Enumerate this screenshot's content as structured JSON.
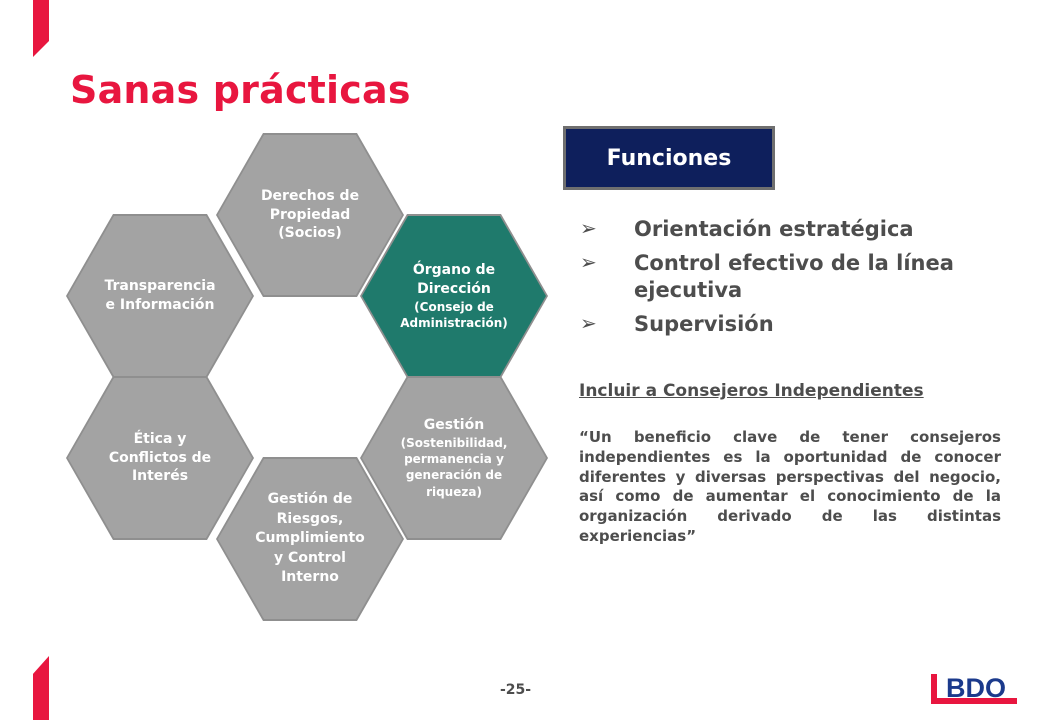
{
  "page": {
    "title": "Sanas prácticas",
    "page_number": "-25-"
  },
  "hexagons": {
    "derechos": [
      "Derechos de",
      "Propiedad",
      "(Socios)"
    ],
    "organo": [
      "Órgano de",
      "Dirección",
      "(Consejo de",
      "Administración)"
    ],
    "gestion": [
      "Gestión",
      "(Sostenibilidad,",
      "permanencia y",
      "generación de",
      "riqueza)"
    ],
    "riesgos": [
      "Gestión de",
      "Riesgos,",
      "Cumplimiento",
      "y Control",
      "Interno"
    ],
    "etica": [
      "Ética y",
      "Conflictos de",
      "Interés"
    ],
    "transparencia": [
      "Transparencia",
      "e Información"
    ]
  },
  "funciones": {
    "label": "Funciones",
    "bullets": [
      "Orientación estratégica",
      "Control efectivo de la línea ejecutiva",
      "Supervisión"
    ],
    "arrow": "➢"
  },
  "consejeros": {
    "heading": "Incluir a Consejeros Independientes",
    "quote": "“Un beneficio clave de tener consejeros independientes es la oportunidad de conocer diferentes y diversas perspectivas del negocio, así como de aumentar el conocimiento de la organización derivado de las distintas experiencias”"
  },
  "logo": {
    "text": "BDO",
    "colors": {
      "brand_blue": "#1b3a8c",
      "brand_red": "#e8163f"
    }
  },
  "colors": {
    "accent_red": "#e8163f",
    "hex_gray": "#a3a3a3",
    "hex_teal": "#1f7a6c",
    "funciones_navy": "#0e1f5c",
    "text_gray": "#4d4d4d"
  }
}
